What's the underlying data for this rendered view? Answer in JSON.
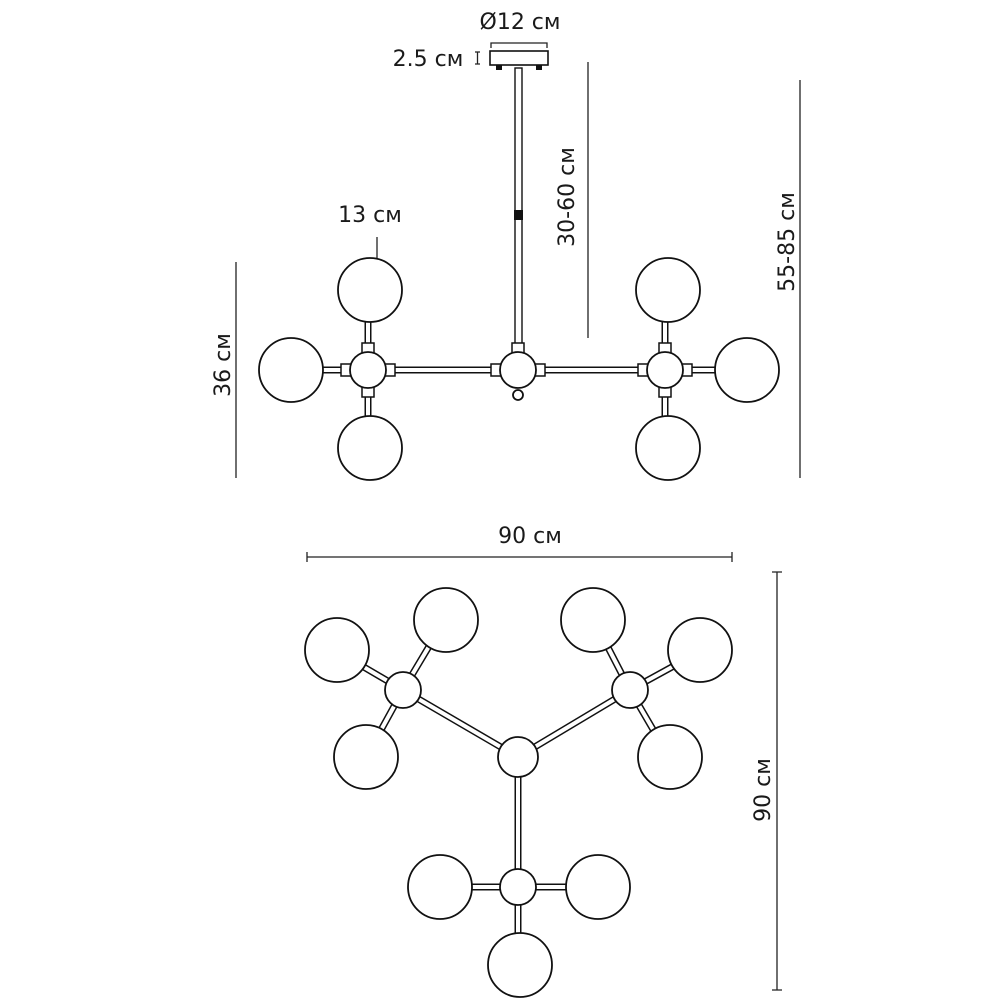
{
  "labels": {
    "canopy_diameter": "Ø12 см",
    "canopy_height": "2.5 см",
    "globe_diameter": "13 см",
    "cluster_height": "36 см",
    "rod_length": "30-60 см",
    "total_height": "55-85 см",
    "plan_width": "90 см",
    "plan_depth": "90 см"
  }
}
